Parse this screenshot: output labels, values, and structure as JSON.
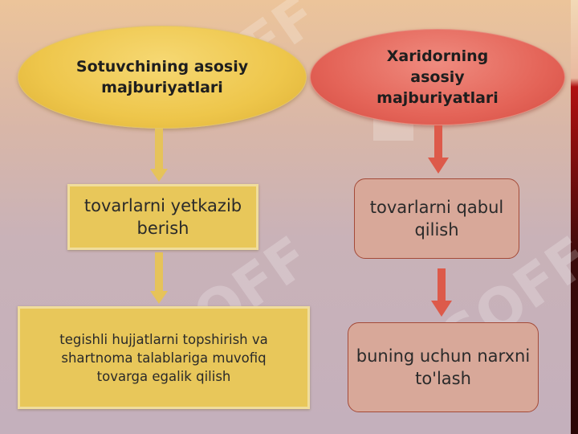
{
  "diagram": {
    "seller_heading": "Sotuvchining asosiy majburiyatlari",
    "buyer_heading": "Xaridorning asosiy majburiyatlari",
    "seller_duty_1": "tovarlarni yetkazib berish",
    "seller_duty_2": "tegishli hujjatlarni topshirish va shartnoma talablariga muvofiq tovarga egalik qilish",
    "buyer_duty_1": "tovarlarni qabul qilish",
    "buyer_duty_2": "buning uchun narxni to'lash"
  },
  "colors": {
    "seller_oval": "#eec64b",
    "buyer_oval": "#e46458",
    "seller_box": "#e8c75a",
    "buyer_box": "#d8a899",
    "seller_arrow": "#e6c35a",
    "buyer_arrow": "#dd5a4a"
  },
  "watermark": {
    "text": "SOFF",
    "icon": "puzzle-watermark-icon"
  }
}
